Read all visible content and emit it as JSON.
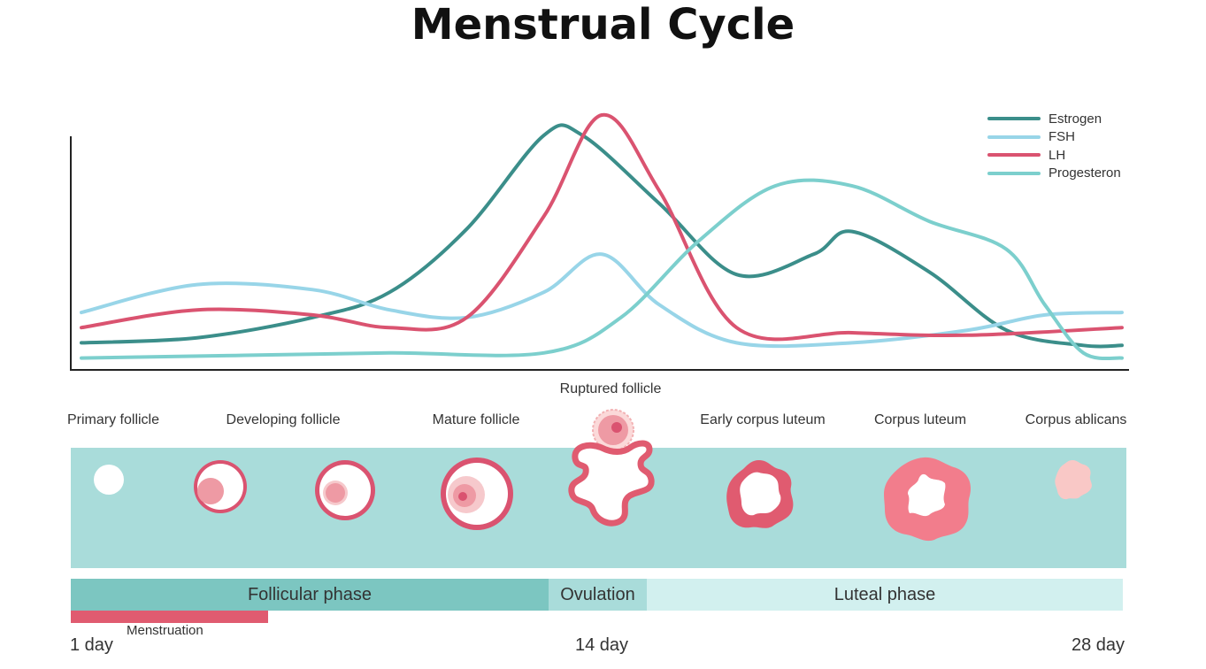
{
  "title": "Menstrual Cycle",
  "colors": {
    "estrogen": "#3b8e8a",
    "fsh": "#98d5e8",
    "lh": "#da5370",
    "progesteron": "#7ccfcd",
    "band": "#a9dcda",
    "follicular": "#7cc6c1",
    "ovulation": "#a9dcda",
    "luteal": "#d2f0ef",
    "menstruation": "#e05b70"
  },
  "legend": [
    {
      "label": "Estrogen",
      "key": "estrogen"
    },
    {
      "label": "FSH",
      "key": "fsh"
    },
    {
      "label": "LH",
      "key": "lh"
    },
    {
      "label": "Progesteron",
      "key": "progesteron"
    }
  ],
  "stages": [
    {
      "label": "Primary follicle",
      "icon": "primary-follicle-icon"
    },
    {
      "label": "Developing follicle",
      "icon": "developing-follicle-icon"
    },
    {
      "label": "Mature follicle",
      "icon": "mature-follicle-icon"
    },
    {
      "label": "Ruptured follicle",
      "icon": "ruptured-follicle-icon"
    },
    {
      "label": "Early corpus luteum",
      "icon": "early-corpus-luteum-icon"
    },
    {
      "label": "Corpus luteum",
      "icon": "corpus-luteum-icon"
    },
    {
      "label": "Corpus ablicans",
      "icon": "corpus-albicans-icon"
    }
  ],
  "phases": [
    {
      "label": "Follicular phase"
    },
    {
      "label": "Ovulation"
    },
    {
      "label": "Luteal phase"
    }
  ],
  "menstruation": "Menstruation",
  "days": {
    "start": "1 day",
    "mid": "14 day",
    "end": "28 day"
  },
  "chart_data": {
    "type": "line",
    "title": "",
    "xlabel": "",
    "ylabel": "",
    "x_range": [
      1,
      28
    ],
    "grid": false,
    "legend_position": "top-right",
    "series": [
      {
        "name": "Estrogen",
        "key": "estrogen",
        "points": [
          [
            1,
            0.1
          ],
          [
            4,
            0.12
          ],
          [
            7,
            0.2
          ],
          [
            9,
            0.3
          ],
          [
            11,
            0.55
          ],
          [
            13,
            0.92
          ],
          [
            14,
            0.92
          ],
          [
            16,
            0.65
          ],
          [
            18,
            0.37
          ],
          [
            20,
            0.45
          ],
          [
            21,
            0.54
          ],
          [
            23,
            0.38
          ],
          [
            25,
            0.15
          ],
          [
            27,
            0.09
          ],
          [
            28,
            0.09
          ]
        ]
      },
      {
        "name": "FSH",
        "key": "fsh",
        "points": [
          [
            1,
            0.22
          ],
          [
            4,
            0.33
          ],
          [
            7,
            0.31
          ],
          [
            9,
            0.23
          ],
          [
            11,
            0.2
          ],
          [
            13,
            0.3
          ],
          [
            14.5,
            0.45
          ],
          [
            16,
            0.25
          ],
          [
            18,
            0.1
          ],
          [
            21,
            0.1
          ],
          [
            24,
            0.15
          ],
          [
            26,
            0.21
          ],
          [
            28,
            0.22
          ]
        ]
      },
      {
        "name": "LH",
        "key": "lh",
        "points": [
          [
            1,
            0.16
          ],
          [
            4,
            0.23
          ],
          [
            7,
            0.21
          ],
          [
            9,
            0.16
          ],
          [
            11,
            0.2
          ],
          [
            13,
            0.6
          ],
          [
            14.5,
            1.0
          ],
          [
            16,
            0.7
          ],
          [
            18,
            0.16
          ],
          [
            21,
            0.14
          ],
          [
            24,
            0.13
          ],
          [
            28,
            0.16
          ]
        ]
      },
      {
        "name": "Progesteron",
        "key": "progesteron",
        "points": [
          [
            1,
            0.04
          ],
          [
            5,
            0.05
          ],
          [
            9,
            0.06
          ],
          [
            13,
            0.06
          ],
          [
            15,
            0.2
          ],
          [
            17,
            0.5
          ],
          [
            19,
            0.72
          ],
          [
            21,
            0.72
          ],
          [
            23,
            0.58
          ],
          [
            25,
            0.47
          ],
          [
            26,
            0.25
          ],
          [
            27,
            0.06
          ],
          [
            28,
            0.04
          ]
        ]
      }
    ]
  }
}
